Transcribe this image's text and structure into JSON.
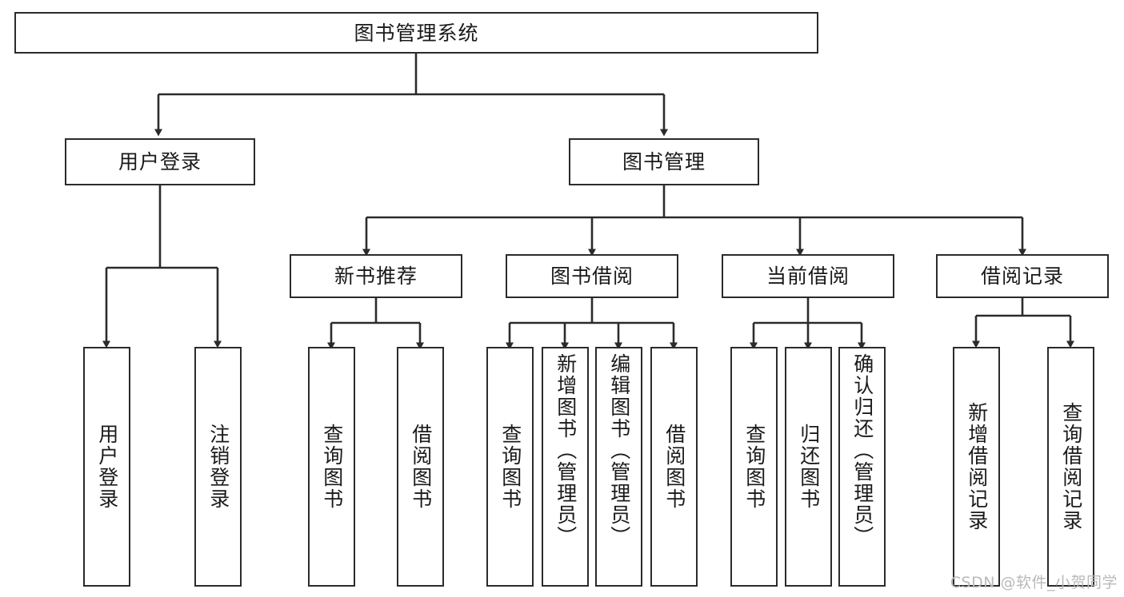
{
  "diagram": {
    "title": "图书管理系统",
    "type": "tree-hierarchy",
    "stroke_color": "#2b2b2b",
    "fill_color": "#ffffff",
    "text_color": "#1a1a1a"
  },
  "nodes": {
    "root": {
      "label": "图书管理系统"
    },
    "level1": [
      {
        "label": "用户登录"
      },
      {
        "label": "图书管理"
      }
    ],
    "level2": [
      {
        "label": "新书推荐"
      },
      {
        "label": "图书借阅"
      },
      {
        "label": "当前借阅"
      },
      {
        "label": "借阅记录"
      }
    ],
    "leaves": {
      "user_login": [
        {
          "label": "用户登录"
        },
        {
          "label": "注销登录"
        }
      ],
      "new_book": [
        {
          "label": "查询图书"
        },
        {
          "label": "借阅图书"
        }
      ],
      "book_borrow": [
        {
          "label": "查询图书"
        },
        {
          "label": "新增图书（管理员）"
        },
        {
          "label": "编辑图书（管理员）"
        },
        {
          "label": "借阅图书"
        }
      ],
      "current_borrow": [
        {
          "label": "查询图书"
        },
        {
          "label": "归还图书"
        },
        {
          "label": "确认归还（管理员）"
        }
      ],
      "borrow_record": [
        {
          "label": "新增借阅记录"
        },
        {
          "label": "查询借阅记录"
        }
      ]
    }
  },
  "watermark": {
    "text": "CSDN @软件_小贺同学"
  }
}
